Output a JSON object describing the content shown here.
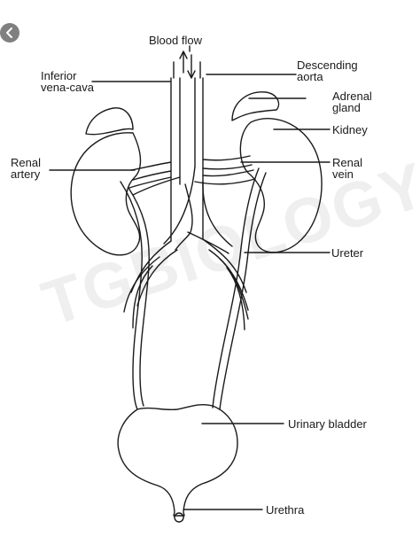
{
  "labels": {
    "blood_flow": "Blood flow",
    "inferior_vena_cava_1": "Inferior",
    "inferior_vena_cava_2": "vena-cava",
    "descending_aorta_1": "Descending",
    "descending_aorta_2": "aorta",
    "adrenal_gland_1": "Adrenal",
    "adrenal_gland_2": "gland",
    "kidney": "Kidney",
    "renal_artery_1": "Renal",
    "renal_artery_2": "artery",
    "renal_vein_1": "Renal",
    "renal_vein_2": "vein",
    "ureter": "Ureter",
    "urinary_bladder": "Urinary bladder",
    "urethra": "Urethra"
  },
  "watermark": "TGBIOLOGY",
  "colors": {
    "line": "#1a1a1a",
    "back_button": "#6b6b6b"
  },
  "icons": {
    "back_button": "chevron-left-icon"
  }
}
